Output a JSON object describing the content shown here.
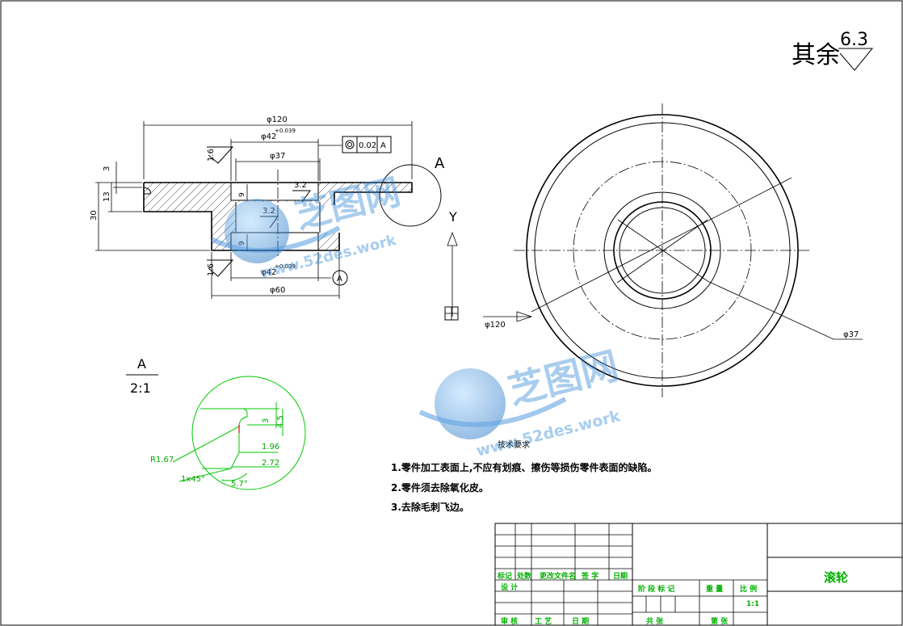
{
  "roughness": {
    "general_label": "其余",
    "general_value": "6.3",
    "top_face": "1.6",
    "bottom_face": "1.6",
    "bore_a": "3.2",
    "bore_b": "3.2"
  },
  "main_view": {
    "d_overall": "φ120",
    "d_recess": "φ42",
    "d_recess_tol": "+0.039",
    "d_bore": "φ37",
    "d_hub": "φ60",
    "d_recess_bottom": "φ42",
    "d_recess_bottom_tol": "+0.039",
    "h_total": "30",
    "h_flange": "13",
    "h_groove": "3",
    "h_recess_top": "9",
    "h_recess_bottom": "9",
    "tolerance_value": "0.02",
    "tolerance_datum": "A",
    "datum_mark": "A",
    "detail_callout": "A"
  },
  "side_view": {
    "d_outer": "φ120",
    "d_bore": "φ37",
    "view_mark": "Y"
  },
  "detail_view": {
    "name": "A",
    "scale": "2:1",
    "dims": [
      "3",
      "4.5",
      "1.96",
      "2.72",
      "R1.67",
      "1x45°",
      "5.7°"
    ]
  },
  "technical_requirements": {
    "title": "技术要求",
    "items": [
      "1.零件加工表面上,不应有划痕、擦伤等损伤零件表面的缺陷。",
      "2.零件须去除氧化皮。",
      "3.去除毛刺飞边。"
    ]
  },
  "title_block": {
    "part_name": "滚轮",
    "scale": "1:1",
    "labels": [
      "标记",
      "处数",
      "更改文件名",
      "签 字",
      "日期",
      "设 计",
      "审 核",
      "工 艺",
      "日 期",
      "阶 段 标 记",
      "重 量",
      "比 例",
      "共 张",
      "第 张"
    ]
  },
  "watermark": {
    "brand": "芝图网",
    "url": "www.52des.work"
  },
  "colors": {
    "line": "#000000",
    "detail": "#00c800",
    "title_text": "#00b000",
    "watermark": "#2f86d8"
  }
}
